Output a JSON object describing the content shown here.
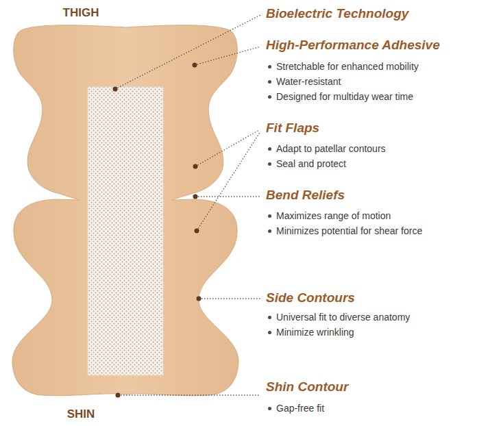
{
  "diagram": {
    "labels": [
      "THIGH",
      "Bioelectric Technology",
      "High-Performance Adhesive",
      "Stretchable for enhanced mobility",
      "Water-resistant",
      "Designed for multiday wear time",
      "Fit Flaps",
      "Adapt to patellar contours",
      "Seal and protect",
      "Bend Reliefs",
      "Maximizes range of motion",
      "Minimizes potential for shear force",
      "Side Contours",
      "Universal fit to diverse anatomy",
      "Minimize wrinkling",
      "Shin Contour",
      "Gap-free fit",
      "SHIN"
    ]
  }
}
